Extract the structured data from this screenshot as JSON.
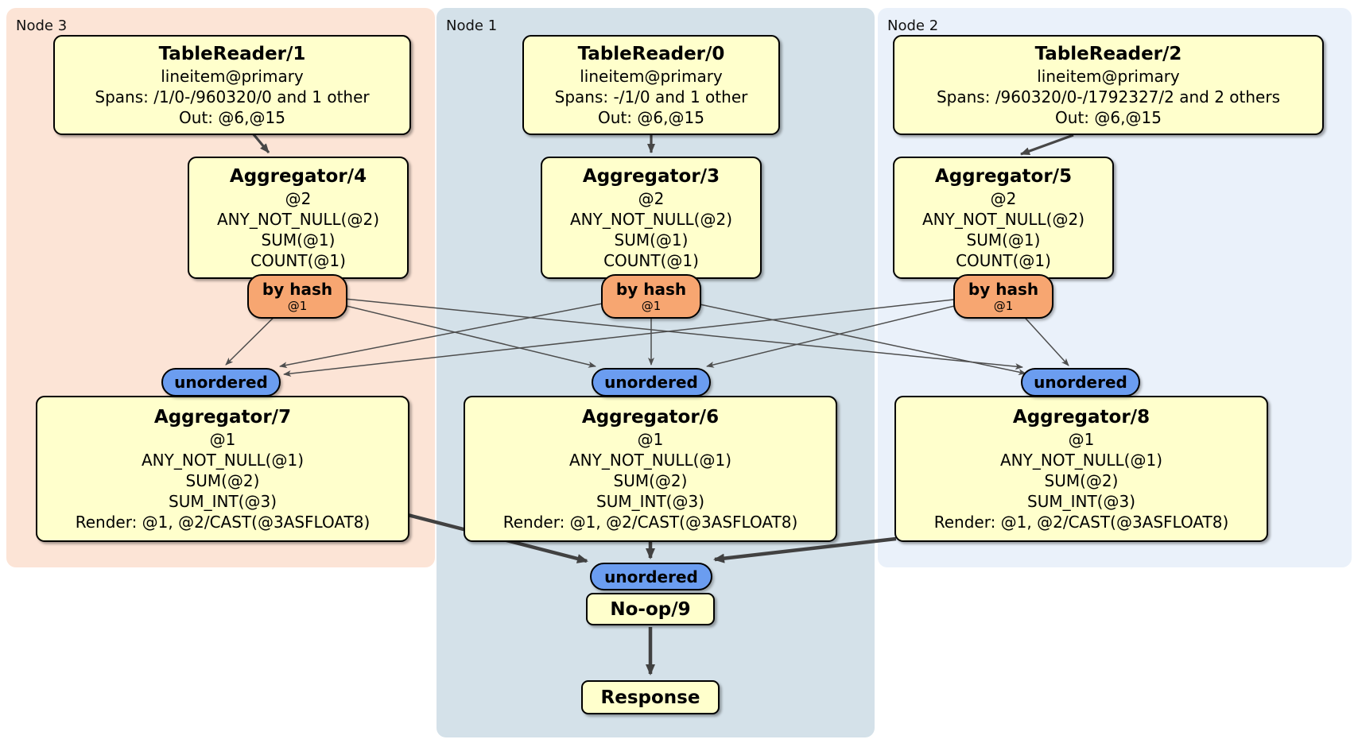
{
  "regions": [
    {
      "label": "Node 3",
      "table_reader": {
        "title": "TableReader/1",
        "index": "lineitem@primary",
        "spans": "Spans: /1/0-/960320/0 and 1 other",
        "out": "Out: @6,@15"
      },
      "pre_aggregator": {
        "title": "Aggregator/4",
        "group_cols": "@2",
        "agg1": "ANY_NOT_NULL(@2)",
        "agg2": "SUM(@1)",
        "agg3": "COUNT(@1)"
      },
      "router": {
        "label": "by hash",
        "cols": "@1"
      },
      "stream": {
        "label": "unordered"
      },
      "final_aggregator": {
        "title": "Aggregator/7",
        "group_cols": "@1",
        "agg1": "ANY_NOT_NULL(@1)",
        "agg2": "SUM(@2)",
        "agg3": "SUM_INT(@3)",
        "render": "Render: @1, @2/CAST(@3ASFLOAT8)"
      }
    },
    {
      "label": "Node 1",
      "table_reader": {
        "title": "TableReader/0",
        "index": "lineitem@primary",
        "spans": "Spans: -/1/0 and 1 other",
        "out": "Out: @6,@15"
      },
      "pre_aggregator": {
        "title": "Aggregator/3",
        "group_cols": "@2",
        "agg1": "ANY_NOT_NULL(@2)",
        "agg2": "SUM(@1)",
        "agg3": "COUNT(@1)"
      },
      "router": {
        "label": "by hash",
        "cols": "@1"
      },
      "stream": {
        "label": "unordered"
      },
      "final_aggregator": {
        "title": "Aggregator/6",
        "group_cols": "@1",
        "agg1": "ANY_NOT_NULL(@1)",
        "agg2": "SUM(@2)",
        "agg3": "SUM_INT(@3)",
        "render": "Render: @1, @2/CAST(@3ASFLOAT8)"
      }
    },
    {
      "label": "Node 2",
      "table_reader": {
        "title": "TableReader/2",
        "index": "lineitem@primary",
        "spans": "Spans: /960320/0-/1792327/2 and 2 others",
        "out": "Out: @6,@15"
      },
      "pre_aggregator": {
        "title": "Aggregator/5",
        "group_cols": "@2",
        "agg1": "ANY_NOT_NULL(@2)",
        "agg2": "SUM(@1)",
        "agg3": "COUNT(@1)"
      },
      "router": {
        "label": "by hash",
        "cols": "@1"
      },
      "stream": {
        "label": "unordered"
      },
      "final_aggregator": {
        "title": "Aggregator/8",
        "group_cols": "@1",
        "agg1": "ANY_NOT_NULL(@1)",
        "agg2": "SUM(@2)",
        "agg3": "SUM_INT(@3)",
        "render": "Render: @1, @2/CAST(@3ASFLOAT8)"
      }
    }
  ],
  "output": {
    "stream_label": "unordered",
    "noop_title": "No-op/9",
    "response_title": "Response"
  },
  "colors": {
    "node3_region": "#fce4d6",
    "node1_region": "#d4e1e9",
    "node2_region": "#eaf1fa",
    "processor_box": "#ffffcc",
    "router_pill": "#f7a671",
    "stream_pill": "#6b9df0",
    "edge": "#4d4d4d"
  }
}
